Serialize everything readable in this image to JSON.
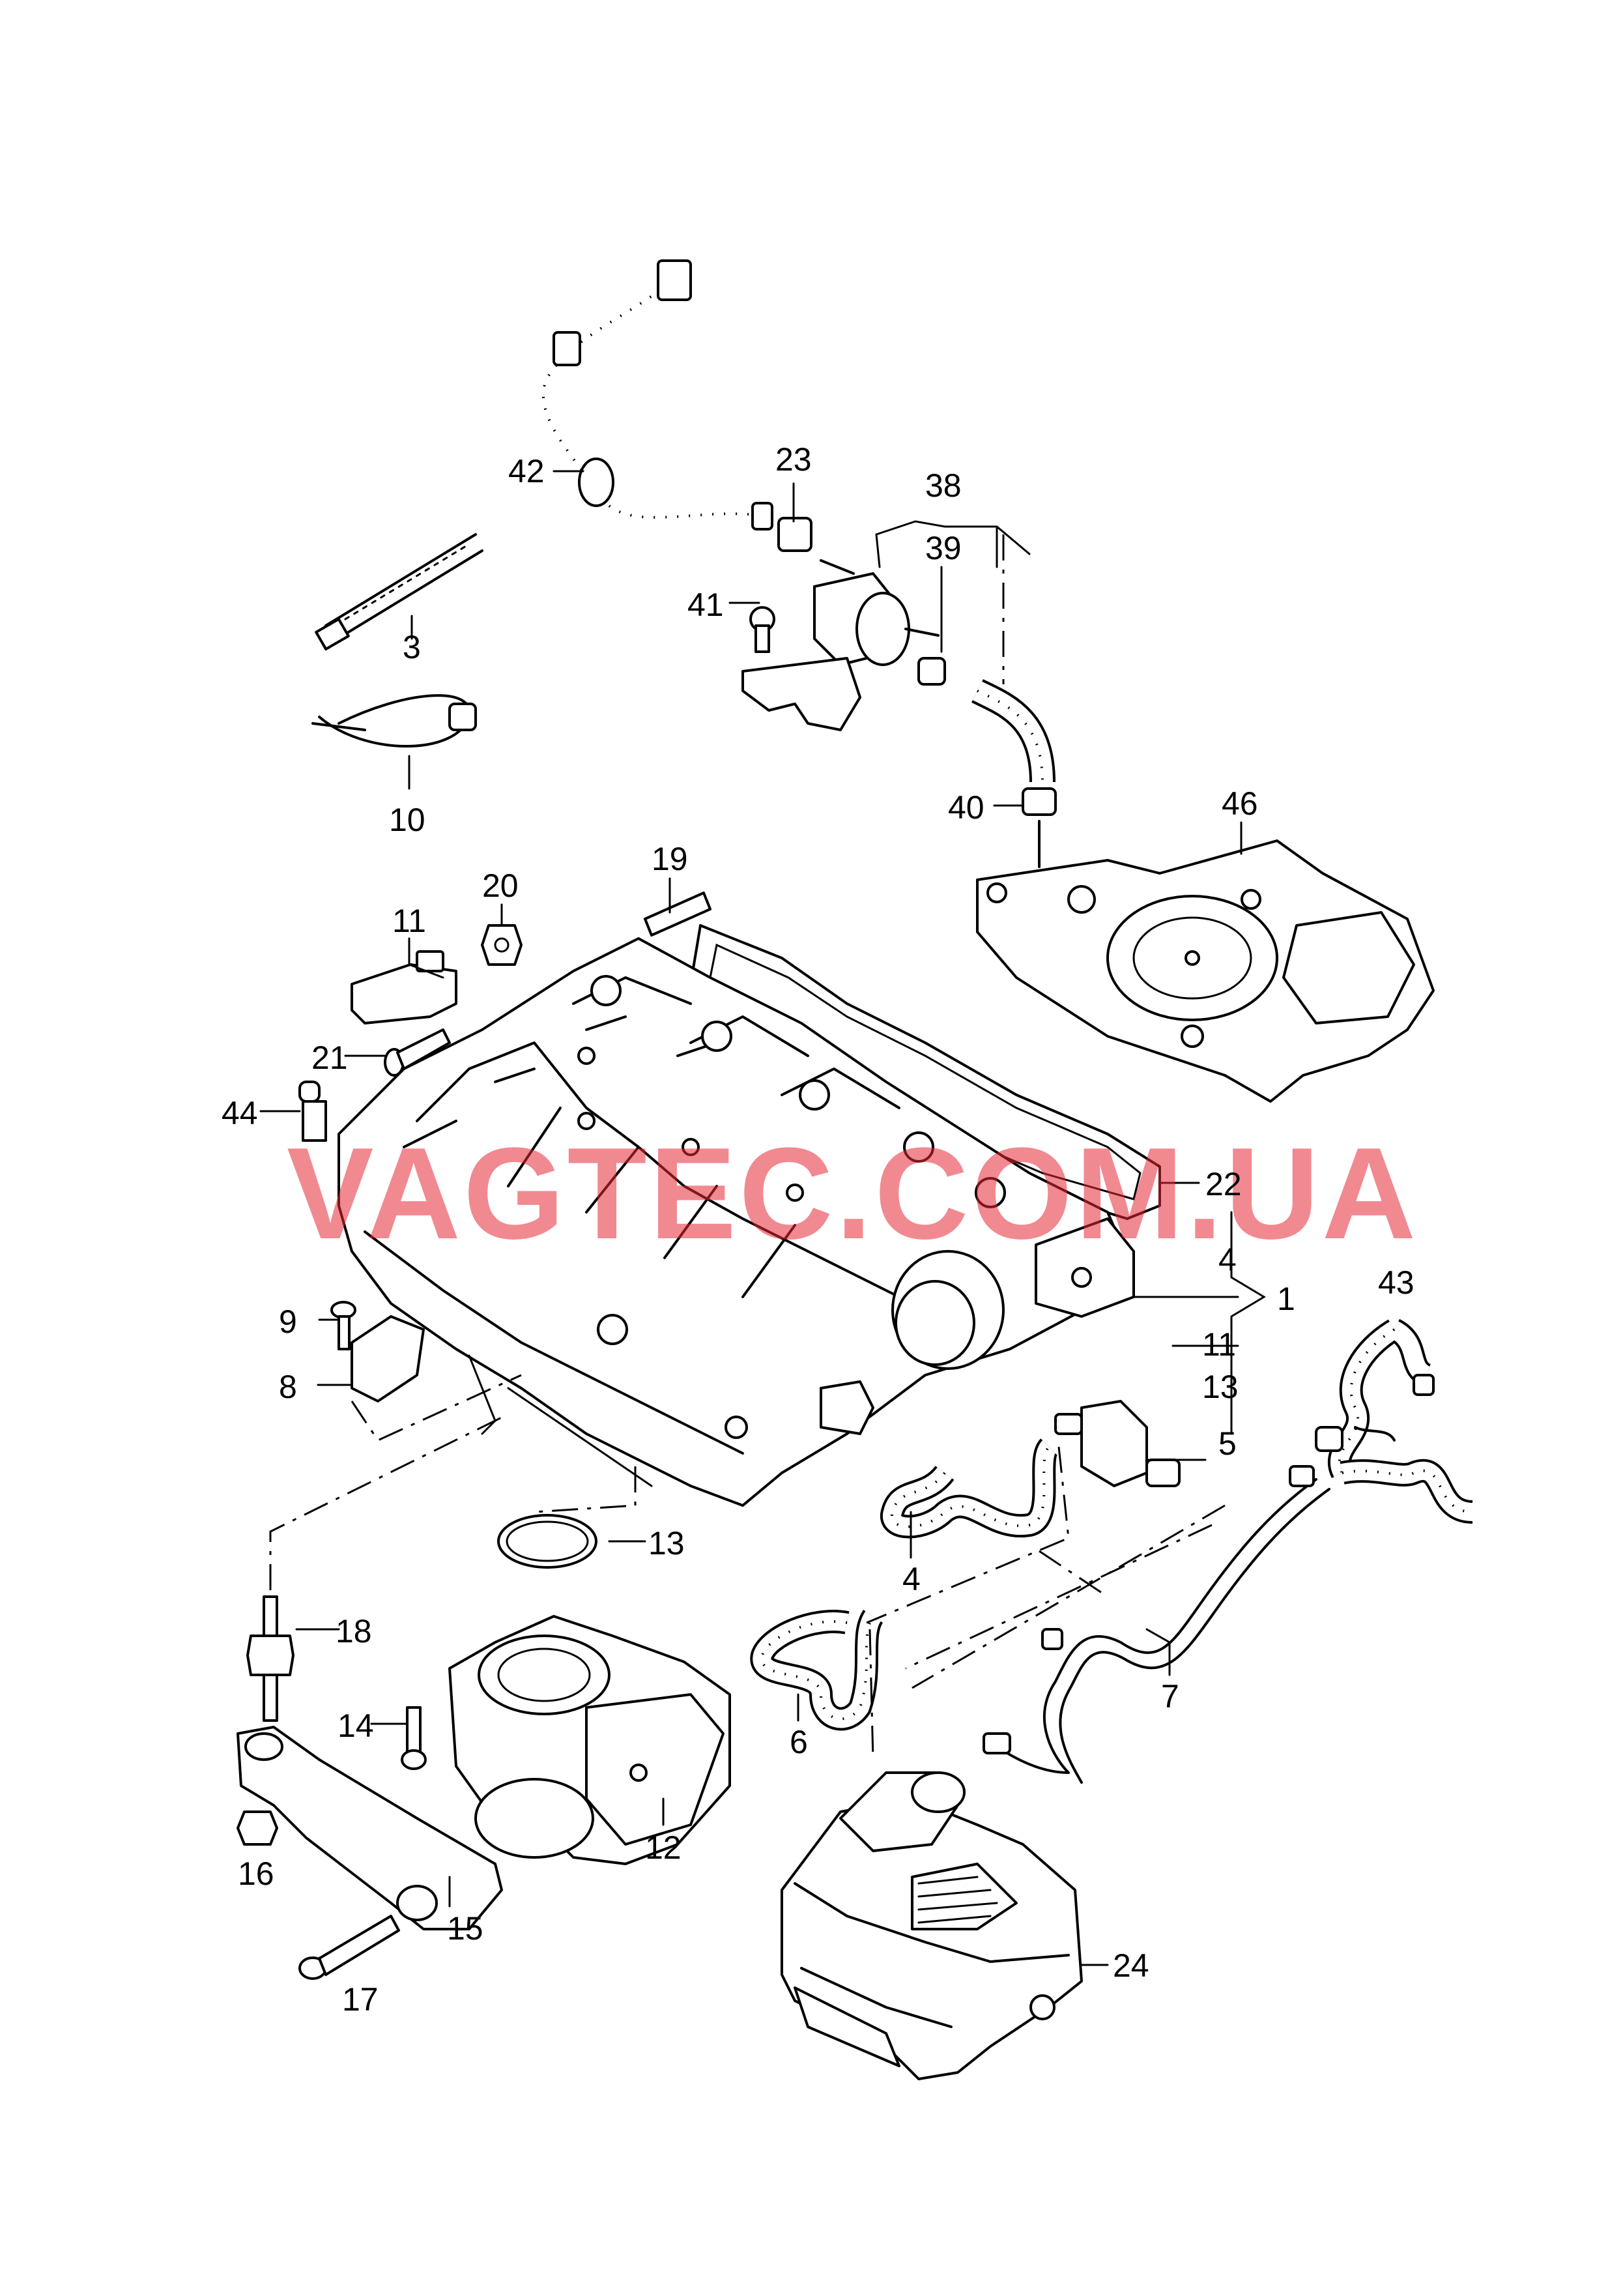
{
  "watermark": "VAGTEC.COM.UA",
  "colors": {
    "watermark": "#e62837",
    "line": "#000000",
    "background": "#ffffff"
  },
  "callouts": {
    "c42": "42",
    "c23": "23",
    "c38": "38",
    "c39": "39",
    "c41": "41",
    "c3": "3",
    "c10": "10",
    "c40": "40",
    "c46": "46",
    "c19": "19",
    "c20": "20",
    "c11": "11",
    "c21": "21",
    "c44": "44",
    "c22": "22",
    "c4a": "4",
    "c1": "1",
    "c11b": "11",
    "c13b": "13",
    "c5": "5",
    "c43": "43",
    "c9": "9",
    "c8": "8",
    "c13": "13",
    "c4b": "4",
    "c18": "18",
    "c14": "14",
    "c7": "7",
    "c6": "6",
    "c12": "12",
    "c16": "16",
    "c15": "15",
    "c17": "17",
    "c24": "24"
  }
}
